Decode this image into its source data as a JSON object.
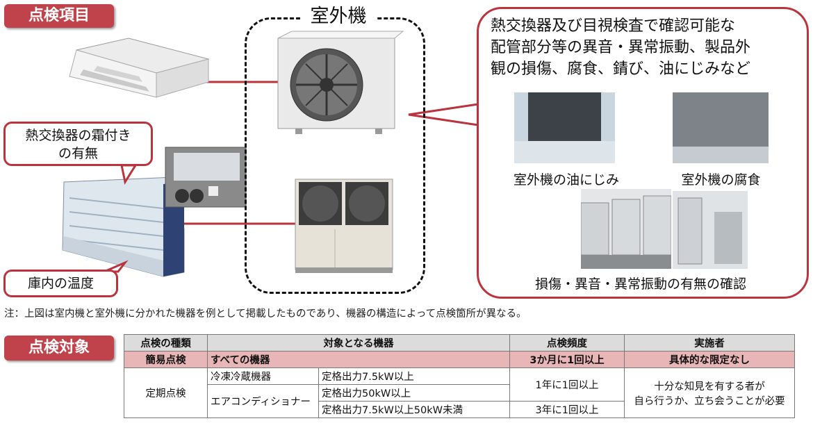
{
  "labels": {
    "items": "点検項目",
    "target": "点検対象"
  },
  "callouts": {
    "frost_line1": "熱交換器の霜付き",
    "frost_line2": "の有無",
    "temp": "庫内の温度"
  },
  "outdoor": {
    "title": "室外機"
  },
  "bubble": {
    "text_line1": "熱交換器及び目視検査で確認可能な",
    "text_line2": "配管部分等の異音・異常振動、製品外",
    "text_line3": "観の損傷、腐食、錆び、油にじみなど",
    "cap_oil": "室外機の油にじみ",
    "cap_corrosion": "室外機の腐食",
    "cap_damage": "損傷・異音・異常振動の有無の確認"
  },
  "note": "注：上図は室内機と室外機に分かれた機器を例として掲載したものであり、機器の構造によって点検箇所が異なる。",
  "table": {
    "headers": [
      "点検の種類",
      "対象となる機器",
      "点検頻度",
      "実施者"
    ],
    "simple": {
      "type": "簡易点検",
      "equipment": "すべての機器",
      "freq": "3か月に1回以上",
      "who": "具体的な限定なし"
    },
    "periodic": {
      "type": "定期点検",
      "cat1": "冷凍冷蔵機器",
      "cat2": "エアコンディショナー",
      "spec1": "定格出力7.5kW以上",
      "spec2": "定格出力50kW以上",
      "spec3": "定格出力7.5kW以上50kW未満",
      "freq1": "1年に1回以上",
      "freq2": "3年に1回以上",
      "who_line1": "十分な知見を有する者が",
      "who_line2": "自ら行うか、立ち会うことが必要"
    }
  },
  "colors": {
    "accent": "#c0424a",
    "border": "#b9343d",
    "simple_row": "#e9b6b8",
    "header_row": "#dcdcdc"
  }
}
